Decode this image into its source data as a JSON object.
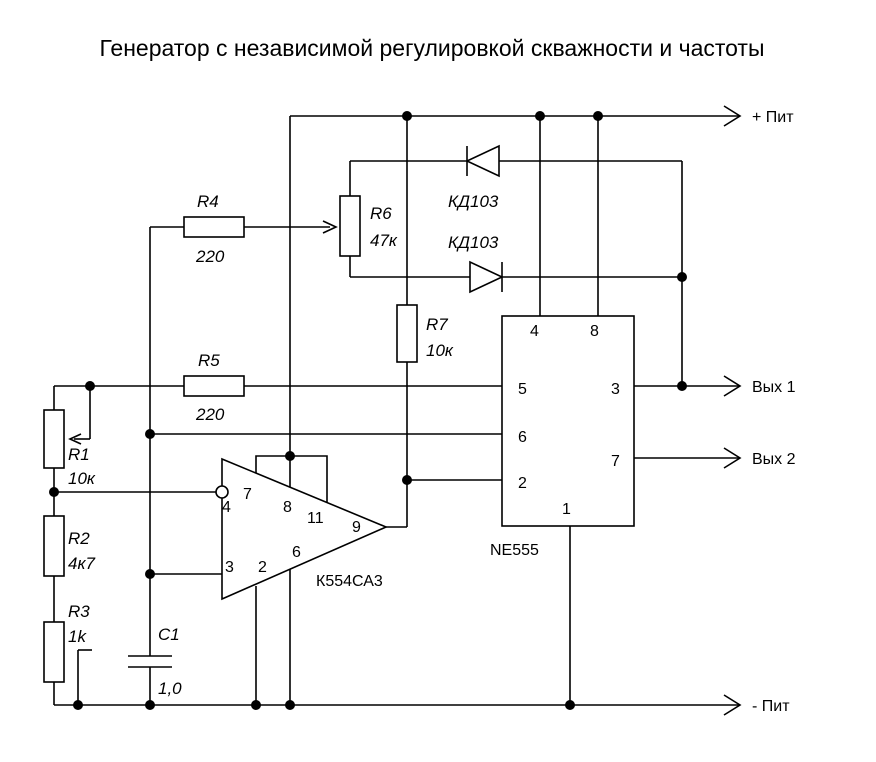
{
  "title": "Генератор с независимой регулировкой скважности и частоты",
  "terminals": {
    "plus": "+ Пит",
    "minus": "- Пит",
    "out1": "Вых 1",
    "out2": "Вых 2"
  },
  "components": {
    "r1": {
      "ref": "R1",
      "value": "10к"
    },
    "r2": {
      "ref": "R2",
      "value": "4к7"
    },
    "r3": {
      "ref": "R3",
      "value": "1k"
    },
    "r4": {
      "ref": "R4",
      "value": "220"
    },
    "r5": {
      "ref": "R5",
      "value": "220"
    },
    "r6": {
      "ref": "R6",
      "value": "47к"
    },
    "r7": {
      "ref": "R7",
      "value": "10к"
    },
    "c1": {
      "ref": "C1",
      "value": "1,0"
    },
    "d1": {
      "ref": "КД103"
    },
    "d2": {
      "ref": "КД103"
    },
    "comparator": {
      "ref": "К554СА3",
      "pins": {
        "p7": "7",
        "p4": "4",
        "p8": "8",
        "p11": "11",
        "p9": "9",
        "p3": "3",
        "p2": "2",
        "p6": "6"
      }
    },
    "timer": {
      "ref": "NE555",
      "pins": {
        "p4": "4",
        "p8": "8",
        "p5": "5",
        "p3": "3",
        "p6": "6",
        "p7": "7",
        "p2": "2",
        "p1": "1"
      }
    }
  }
}
